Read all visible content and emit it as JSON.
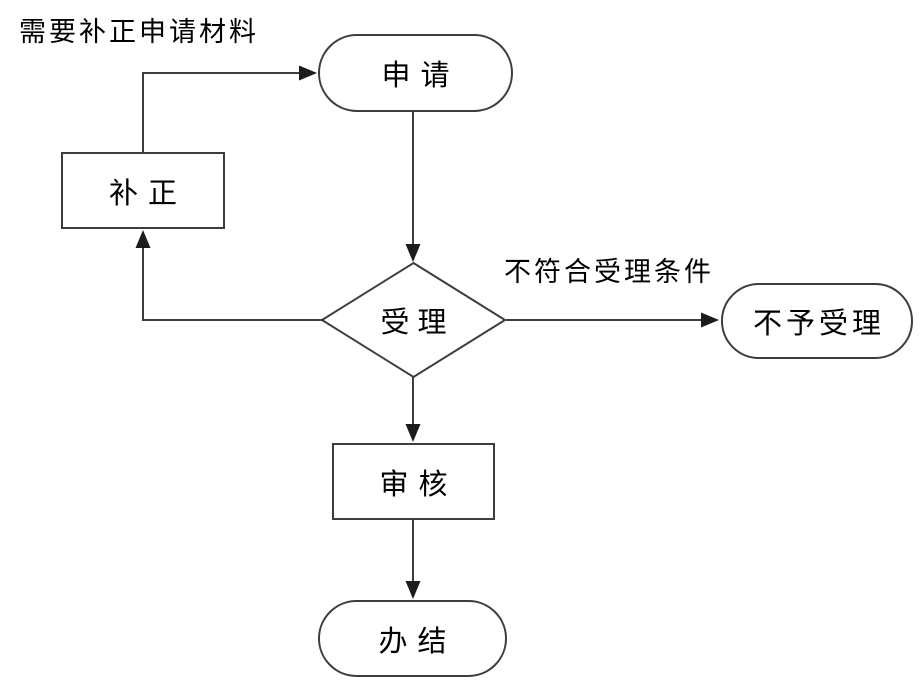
{
  "diagram": {
    "type": "flowchart",
    "nodes": {
      "apply": {
        "label": "申请",
        "shape": "stadium"
      },
      "supplement": {
        "label": "补正",
        "shape": "rect"
      },
      "accept": {
        "label": "受理",
        "shape": "diamond"
      },
      "reject": {
        "label": "不予受理",
        "shape": "stadium"
      },
      "review": {
        "label": "审核",
        "shape": "rect"
      },
      "complete": {
        "label": "办结",
        "shape": "stadium"
      }
    },
    "edge_labels": {
      "need_supplement": "需要补正申请材料",
      "not_meet_conditions": "不符合受理条件"
    },
    "edges": [
      {
        "from": "supplement",
        "to": "apply",
        "label": "需要补正申请材料"
      },
      {
        "from": "apply",
        "to": "accept",
        "label": ""
      },
      {
        "from": "accept",
        "to": "supplement",
        "label": ""
      },
      {
        "from": "accept",
        "to": "reject",
        "label": "不符合受理条件"
      },
      {
        "from": "accept",
        "to": "review",
        "label": ""
      },
      {
        "from": "review",
        "to": "complete",
        "label": ""
      }
    ],
    "colors": {
      "line": "#3d3d3d",
      "arrow": "#1c1c1c",
      "fill": "#ffffff",
      "text": "#000000",
      "background": "#ffffff"
    }
  }
}
